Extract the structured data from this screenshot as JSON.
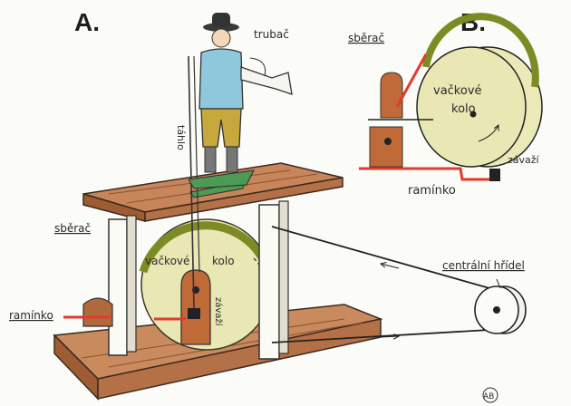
{
  "panel_a": {
    "title": "A.",
    "labels": {
      "trumpeter": "trubač",
      "rod": "táhlo",
      "collector": "sběrač",
      "cam_wheel_1": "vačkové",
      "cam_wheel_2": "kolo",
      "weight": "závaží",
      "arm": "ramínko",
      "central_shaft": "centrální hřídel"
    }
  },
  "panel_b": {
    "title": "B.",
    "labels": {
      "collector": "sběrač",
      "cam_wheel_1": "vačkové",
      "cam_wheel_2": "kolo",
      "weight": "závaží",
      "arm": "ramínko"
    }
  },
  "colors": {
    "wood": "#c8855a",
    "wood_dark": "#8a5230",
    "wheel_fill": "#e9e7b3",
    "wheel_rim": "#7d8b25",
    "shirt": "#8fc8dc",
    "trousers": "#c7a83c",
    "base_green": "#4d9a55",
    "red_arm": "#e23a2e"
  },
  "signature": "AB"
}
